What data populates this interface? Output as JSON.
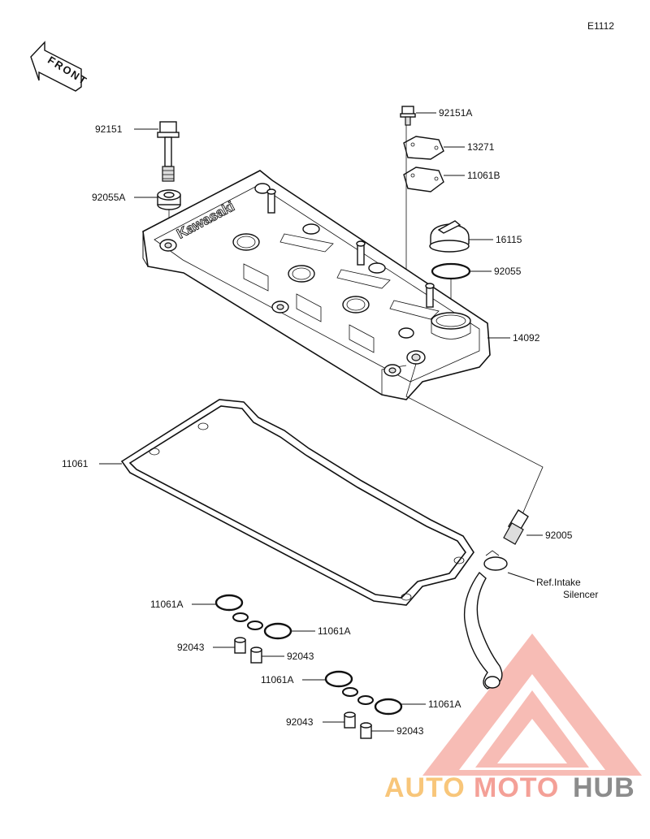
{
  "diagram_code": "E1112",
  "front_label": "FRONT",
  "brand_emboss": "Kawasaki",
  "watermark": {
    "part1": "AUTO",
    "part2": "MOTO",
    "part3": "HUB",
    "color_red": "#f4a097",
    "color_orange": "#f8c67a",
    "color_gray": "#8c8c8c"
  },
  "parts": {
    "p92151": "92151",
    "p92055A": "92055A",
    "p92151A": "92151A",
    "p13271": "13271",
    "p11061B": "11061B",
    "p16115": "16115",
    "p92055": "92055",
    "p14092": "14092",
    "p11061": "11061",
    "p92005": "92005",
    "ref_line1": "Ref.Intake",
    "ref_line2": "Silencer",
    "p11061A_1": "11061A",
    "p11061A_2": "11061A",
    "p92043_1": "92043",
    "p92043_2": "92043",
    "p11061A_3": "11061A",
    "p11061A_4": "11061A",
    "p92043_3": "92043",
    "p92043_4": "92043"
  }
}
